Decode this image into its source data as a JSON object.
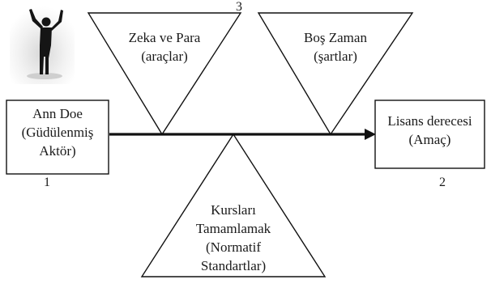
{
  "actor": {
    "name": "Ann Doe",
    "role_line1": "(Güdülenmiş",
    "role_line2": "Aktör)",
    "number": "1"
  },
  "goal": {
    "title": "Lisans derecesi",
    "subtitle": "(Amaç)",
    "number": "2"
  },
  "means": {
    "title": "Zeka ve Para",
    "subtitle": "(araçlar)"
  },
  "conditions": {
    "title": "Boş Zaman",
    "subtitle": "(şartlar)"
  },
  "norms": {
    "line1": "Kursları",
    "line2": "Tamamlamak",
    "line3": "(Normatif",
    "line4": "Standartlar)"
  },
  "top_number": "3",
  "icons": {
    "figure": "person-arms-raised-icon",
    "arrow": "arrow-head-icon"
  },
  "colors": {
    "stroke": "#111111",
    "text": "#1a1a1a"
  }
}
